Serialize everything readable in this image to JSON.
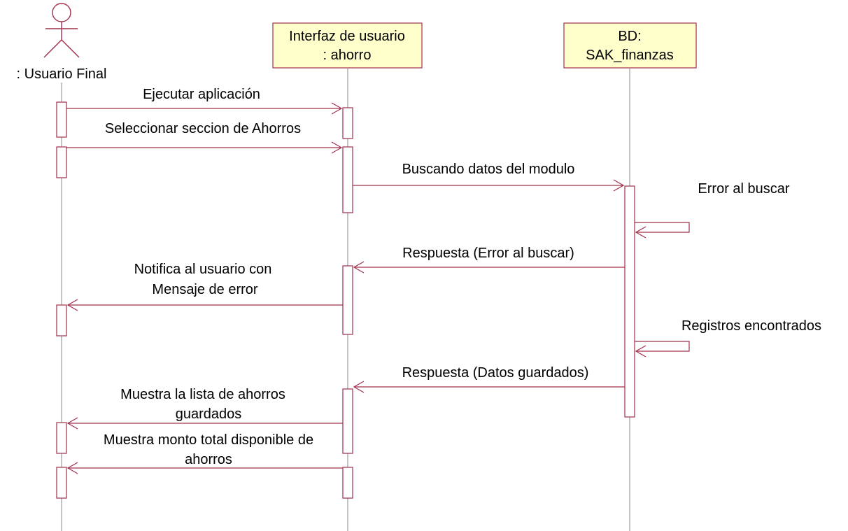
{
  "diagram": {
    "actor": {
      "label": ": Usuario Final"
    },
    "objects": [
      {
        "line1": "Interfaz de usuario",
        "line2": ": ahorro"
      },
      {
        "line1": "BD:",
        "line2": "SAK_finanzas"
      }
    ],
    "messages": [
      {
        "text": "Ejecutar aplicación"
      },
      {
        "text": "Seleccionar seccion de Ahorros"
      },
      {
        "text": "Buscando datos del modulo"
      },
      {
        "text": "Error al buscar"
      },
      {
        "text": "Respuesta (Error al buscar)"
      },
      {
        "line1": "Notifica al usuario con",
        "line2": "Mensaje de error"
      },
      {
        "text": "Registros encontrados"
      },
      {
        "text": "Respuesta (Datos guardados)"
      },
      {
        "line1": "Muestra la lista de ahorros",
        "line2": "guardados"
      },
      {
        "line1": "Muestra monto total disponible de",
        "line2": "ahorros"
      }
    ],
    "colors": {
      "accent": "#a0304a",
      "object_fill": "#ffffcc",
      "lifeline": "#8a8a8a"
    }
  }
}
